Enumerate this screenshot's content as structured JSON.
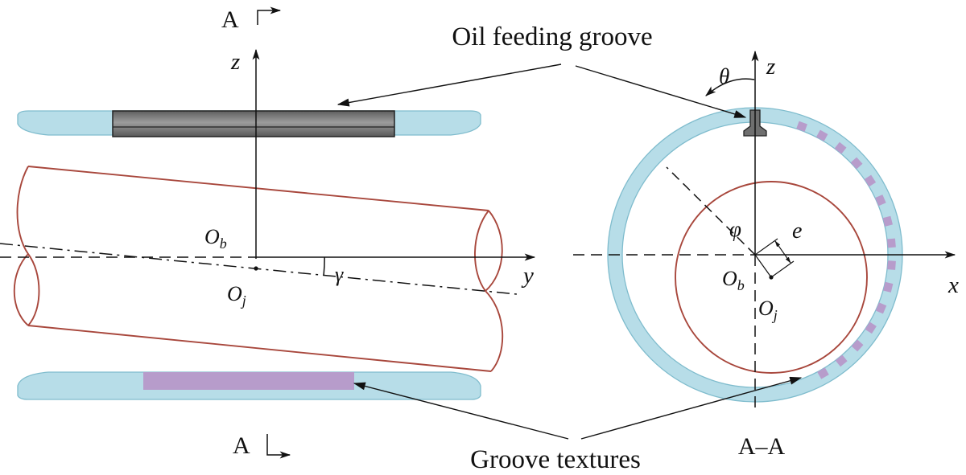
{
  "annotations": {
    "oil_feeding_groove": "Oil feeding groove",
    "groove_textures": "Groove textures"
  },
  "section_marks": {
    "top": "A",
    "bottom": "A",
    "section_view_title": "A–A"
  },
  "side_view": {
    "axis_z": "z",
    "axis_y": "y",
    "bearing_center": {
      "symbol": "O",
      "sub": "b"
    },
    "journal_center": {
      "symbol": "O",
      "sub": "j"
    },
    "misalignment_angle": "γ"
  },
  "cross_section": {
    "axis_z": "z",
    "axis_x": "x",
    "circumferential_angle": "θ",
    "attitude_angle": "φ",
    "eccentricity": "e",
    "bearing_center": {
      "symbol": "O",
      "sub": "b"
    },
    "journal_center": {
      "symbol": "O",
      "sub": "j"
    }
  },
  "colors": {
    "bearing": "#b7dde8",
    "bearing_outline": "#7fbccd",
    "journal_outline": "#a8473c",
    "oil_groove": "#6f6f6f",
    "groove_texture": "#b79ccb",
    "line": "#111111"
  }
}
